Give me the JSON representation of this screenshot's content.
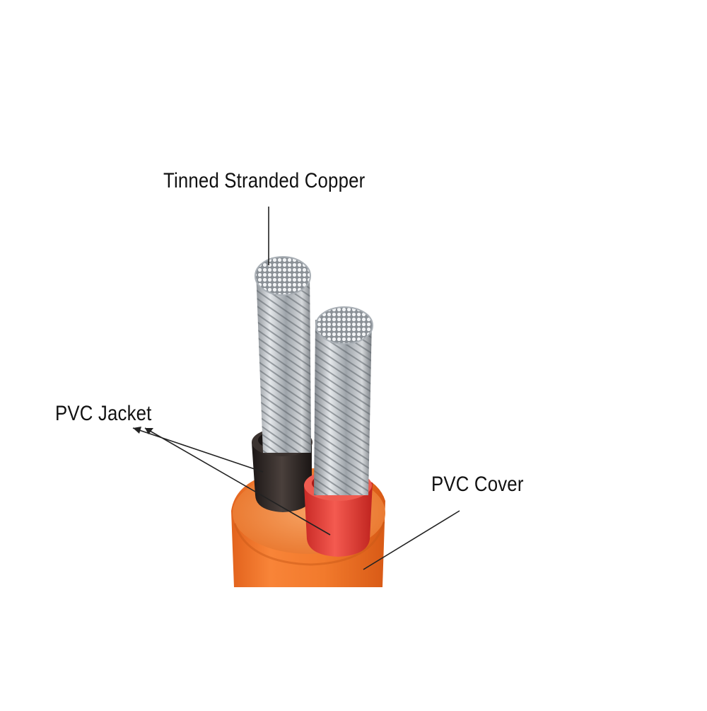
{
  "labels": {
    "copper": "Tinned Stranded Copper",
    "jacket": "PVC Jacket",
    "cover": "PVC Cover"
  },
  "colors": {
    "background": "#ffffff",
    "cover_orange": "#f07a2a",
    "jacket_black": "#2a2422",
    "jacket_red": "#e8403a",
    "copper_silver": "#c9cdd2",
    "leader_line": "#222222"
  },
  "icons": {
    "cable": "two-core-cable-illustration"
  }
}
